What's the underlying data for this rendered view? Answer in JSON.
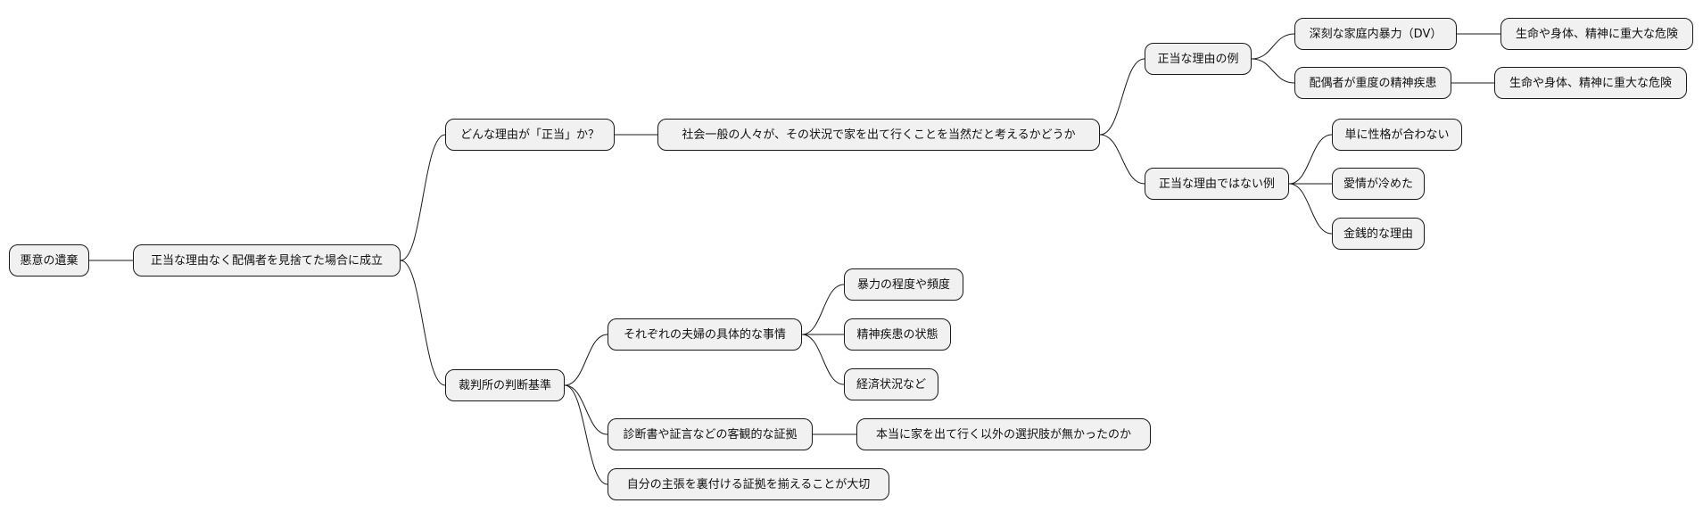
{
  "nodes": {
    "root": "悪意の遺棄",
    "main": "正当な理由なく配偶者を見捨てた場合に成立",
    "q_reason": "どんな理由が「正当」か？",
    "criteria": "裁判所の判断基準",
    "social_view": "社会一般の人々が、その状況で家を出て行くことを当然だと考えるかどうか",
    "just_examples": "正当な理由の例",
    "not_just_examples": "正当な理由ではない例",
    "dv": "深刻な家庭内暴力（DV）",
    "dv_danger": "生命や身体、精神に重大な危険",
    "illness": "配偶者が重度の精神疾患",
    "illness_danger": "生命や身体、精神に重大な危険",
    "personality": "単に性格が合わない",
    "love_cooled": "愛情が冷めた",
    "money": "金銭的な理由",
    "circumstances": "それぞれの夫婦の具体的な事情",
    "violence_degree": "暴力の程度や頻度",
    "illness_state": "精神疾患の状態",
    "economic": "経済状況など",
    "evidence": "診断書や証言などの客観的な証拠",
    "no_choice": "本当に家を出て行く以外の選択肢が無かったのか",
    "prove": "自分の主張を裏付ける証拠を揃えることが大切"
  }
}
